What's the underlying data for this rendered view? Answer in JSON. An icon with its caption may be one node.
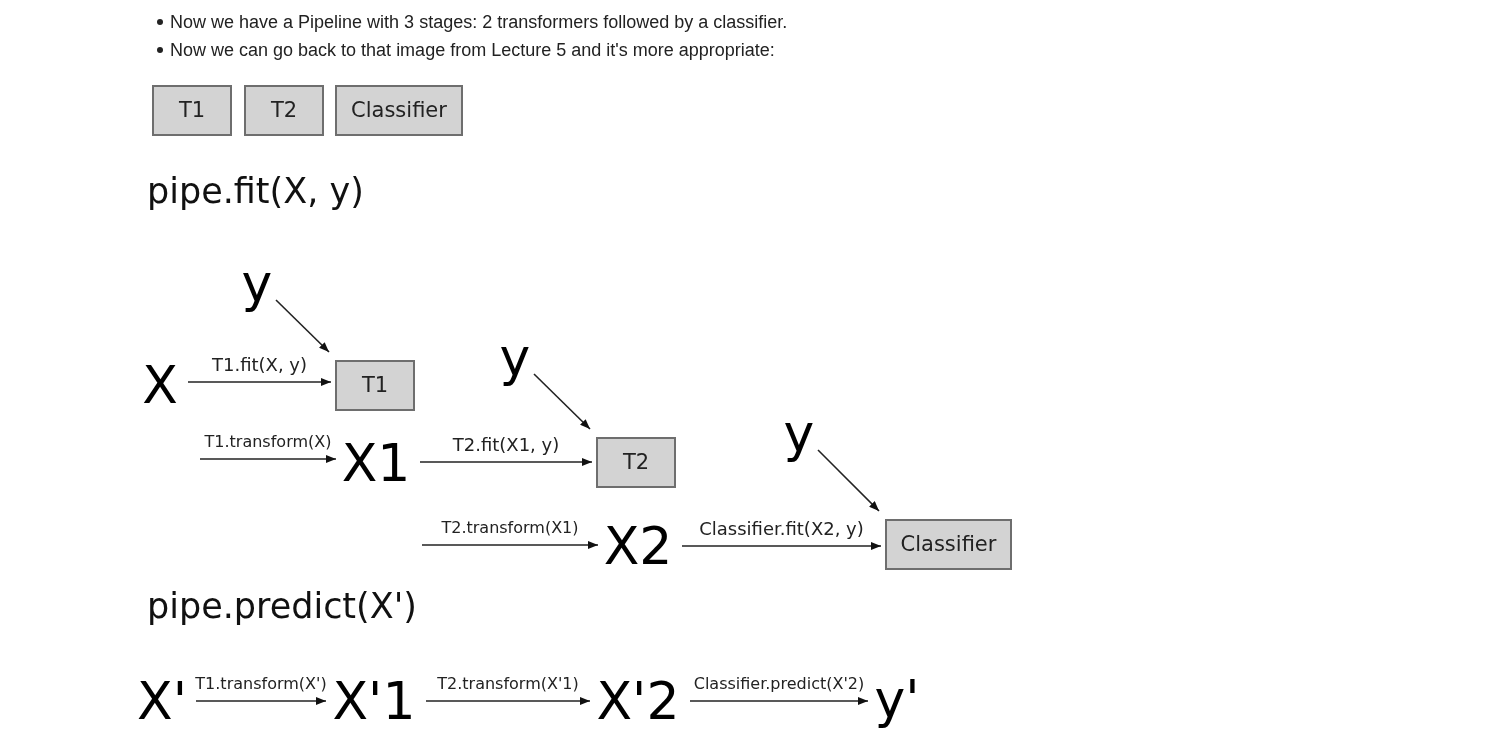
{
  "diagram": {
    "nodes": [
      {
        "text": [
          "T1"
        ]
      },
      {
        "text": [
          "T2"
        ]
      },
      {
        "text": [
          "Classifier"
        ]
      },
      {
        "text": [
          "X"
        ]
      },
      {
        "text": [
          "y"
        ]
      },
      {
        "text": [
          "T1"
        ]
      },
      {
        "text": [
          "X1"
        ]
      },
      {
        "text": [
          "y"
        ]
      },
      {
        "text": [
          "T2"
        ]
      },
      {
        "text": [
          "X2"
        ]
      },
      {
        "text": [
          "y"
        ]
      },
      {
        "text": [
          "Classifier"
        ]
      },
      {
        "text": [
          "X'"
        ]
      },
      {
        "text": [
          "X'1"
        ]
      },
      {
        "text": [
          "X'2"
        ]
      },
      {
        "text": [
          "y'"
        ]
      }
    ],
    "edges": [
      {
        "from": 3,
        "to": 5,
        "arrow": "to",
        "label": "T1.fit(X, y)"
      },
      {
        "from": 4,
        "to": 5,
        "arrow": "to"
      },
      {
        "from": null,
        "to": 6,
        "arrow": "to",
        "label": "T1.transform(X)"
      },
      {
        "from": 6,
        "to": 8,
        "arrow": "to",
        "label": "T2.fit(X1, y)"
      },
      {
        "from": 7,
        "to": 8,
        "arrow": "to"
      },
      {
        "from": null,
        "to": 9,
        "arrow": "to",
        "label": "T2.transform(X1)"
      },
      {
        "from": 9,
        "to": 11,
        "arrow": "to",
        "label": "Classifier.fit(X2, y)"
      },
      {
        "from": 10,
        "to": 11,
        "arrow": "to"
      },
      {
        "from": 12,
        "to": 13,
        "arrow": "to",
        "label": "T1.transform(X')"
      },
      {
        "from": 13,
        "to": 14,
        "arrow": "to",
        "label": "T2.transform(X'1)"
      },
      {
        "from": 14,
        "to": 15,
        "arrow": "to",
        "label": "Classifier.predict(X'2)"
      }
    ],
    "labels": [
      "Now we have a Pipeline with 3 stages: 2 transformers followed by a classifier.",
      "Now we can go back to that image from Lecture 5 and it's more appropriate:",
      "pipe.fit(X, y)",
      "pipe.predict(X')"
    ]
  }
}
